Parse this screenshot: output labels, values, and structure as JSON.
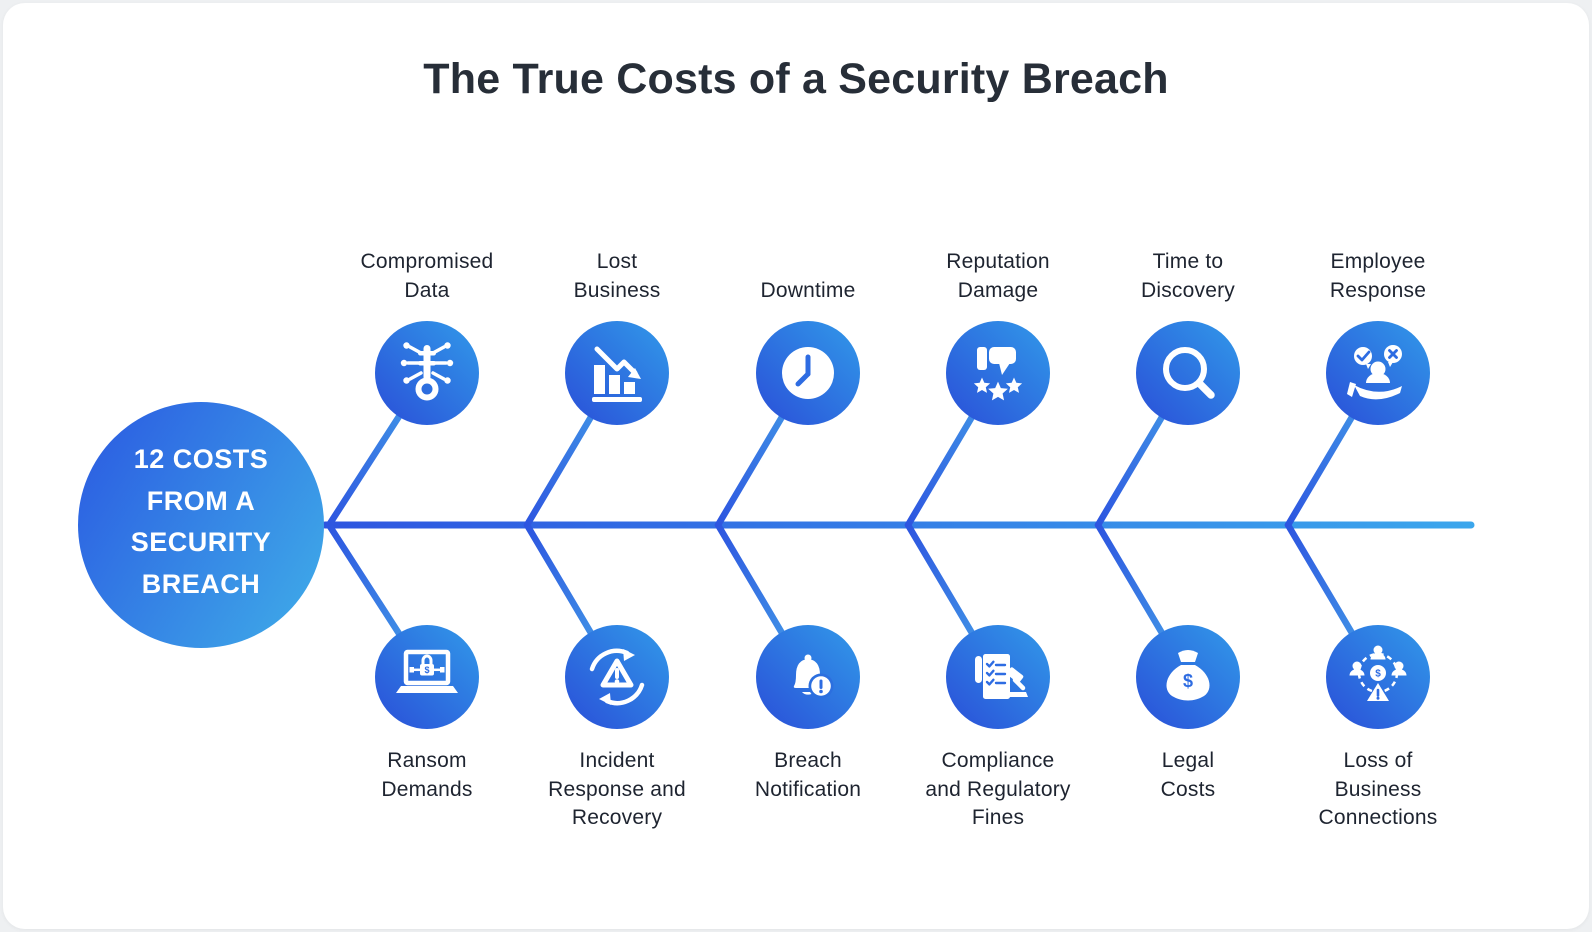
{
  "title": "The True Costs of a Security Breach",
  "hub": {
    "label": "12 COSTS\nFROM A\nSECURITY\nBREACH"
  },
  "branches": {
    "top": [
      {
        "label": "Compromised\nData",
        "icon": "circuit-key-icon"
      },
      {
        "label": "Lost\nBusiness",
        "icon": "declining-chart-icon"
      },
      {
        "label": "Downtime",
        "icon": "clock-icon"
      },
      {
        "label": "Reputation\nDamage",
        "icon": "thumbs-down-stars-icon"
      },
      {
        "label": "Time to\nDiscovery",
        "icon": "magnifying-glass-icon"
      },
      {
        "label": "Employee\nResponse",
        "icon": "hand-person-feedback-icon"
      }
    ],
    "bottom": [
      {
        "label": "Ransom\nDemands",
        "icon": "locked-laptop-icon"
      },
      {
        "label": "Incident\nResponse and\nRecovery",
        "icon": "warning-recycle-icon"
      },
      {
        "label": "Breach\nNotification",
        "icon": "alert-bell-icon"
      },
      {
        "label": "Compliance\nand Regulatory\nFines",
        "icon": "checklist-gavel-icon"
      },
      {
        "label": "Legal\nCosts",
        "icon": "money-bag-icon"
      },
      {
        "label": "Loss of\nBusiness\nConnections",
        "icon": "people-network-warning-icon"
      }
    ]
  },
  "glyphs": {
    "dollar": "$"
  },
  "colors": {
    "background": "#eef0f2",
    "card": "#ffffff",
    "title_text": "#272e38",
    "label_text": "#1e2430",
    "hub_text": "#ffffff",
    "gradient_dark_blue": "#2a4fd8",
    "gradient_light_blue": "#3199e9",
    "hub_gradient_left": "#2c5fe2",
    "hub_gradient_right": "#3ea8e8",
    "spine_left": "#2d55e0",
    "spine_right": "#3ba6ec",
    "icon_white": "#ffffff",
    "icon_accent_blue": "#2e6ce2"
  }
}
